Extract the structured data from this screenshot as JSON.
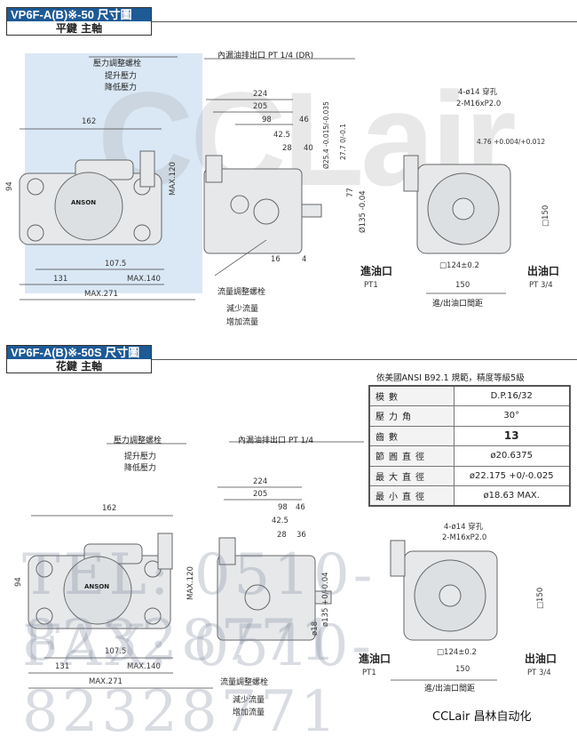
{
  "watermark": {
    "logo": "CCLair",
    "tel": "TEL: 0510-82328771",
    "fax": "FAX: 0510-82328771"
  },
  "section1": {
    "title": "VP6F-A(B)※-50 尺寸圖",
    "subtitle": "平鍵 主軸",
    "pressure_screw": "壓力調整螺栓",
    "raise_pressure": "提升壓力",
    "lower_pressure": "降低壓力",
    "drain_port": "內漏油排出口  PT 1/4 (DR)",
    "flow_screw": "流量調整螺栓",
    "reduce_flow": "減少流量",
    "increase_flow": "增加流量",
    "brand_plate": "ANSON",
    "dims": {
      "d224": "224",
      "d205": "205",
      "d98": "98",
      "d46": "46",
      "d42_5": "42.5",
      "d28": "28",
      "d40": "40",
      "d25_4": "Ø25.4 -0.015/-0.035",
      "d27_7": "27.7 0/-0.1",
      "d135": "Ø135 -0.04",
      "d77": "77",
      "d16": "16",
      "d4": "4",
      "d162": "162",
      "d94": "94",
      "max120": "MAX.120",
      "d107_5": "107.5",
      "d131": "131",
      "max140": "MAX.140",
      "max271": "MAX.271",
      "holes": "4-ø14 穿孔",
      "thread": "2-M16xP2.0",
      "key": "4.76 +0.004/+0.012",
      "sq124": "□124±0.2",
      "d150": "150",
      "sq150": "□150"
    },
    "inlet": "進油口",
    "inlet_size": "PT1",
    "outlet": "出油口",
    "outlet_size": "PT 3/4",
    "port_distance": "進/出油口間距"
  },
  "section2": {
    "title": "VP6F-A(B)※-50S 尺寸圖",
    "subtitle": "花鍵 主軸",
    "pressure_screw": "壓力調整螺栓",
    "raise_pressure": "提升壓力",
    "lower_pressure": "降低壓力",
    "drain_port": "內漏油排出口  PT 1/4",
    "flow_screw": "流量調整螺栓",
    "reduce_flow": "減少流量",
    "increase_flow": "增加流量",
    "brand_plate": "ANSON",
    "dims": {
      "d224": "224",
      "d205": "205",
      "d98": "98",
      "d46": "46",
      "d42_5": "42.5",
      "d28": "28",
      "d36": "36",
      "d135": "ø135 +0/-0.04",
      "d18": "ø18",
      "d162": "162",
      "d94": "94",
      "max120": "MAX.120",
      "d107_5": "107.5",
      "d131": "131",
      "max140": "MAX.140",
      "max271": "MAX.271",
      "holes": "4-ø14 穿孔",
      "thread": "2-M16xP2.0",
      "sq124": "□124±0.2",
      "d150": "150",
      "sq150": "□150"
    },
    "inlet": "進油口",
    "inlet_size": "PT1",
    "outlet": "出油口",
    "outlet_size": "PT 3/4",
    "port_distance": "進/出油口間距",
    "spline_note": "依美國ANSI  B92.1 規範，精度等級5級",
    "spline_table": [
      {
        "k": "模數",
        "v": "D.P.16/32"
      },
      {
        "k": "壓力角",
        "v": "30°"
      },
      {
        "k": "齒數",
        "v": "13"
      },
      {
        "k": "節圓直徑",
        "v": "ø20.6375"
      },
      {
        "k": "最大直徑",
        "v": "ø22.175 +0/-0.025"
      },
      {
        "k": "最小直徑",
        "v": "ø18.63 MAX."
      }
    ]
  },
  "footer": {
    "brand": "CCLair 昌林自动化"
  }
}
